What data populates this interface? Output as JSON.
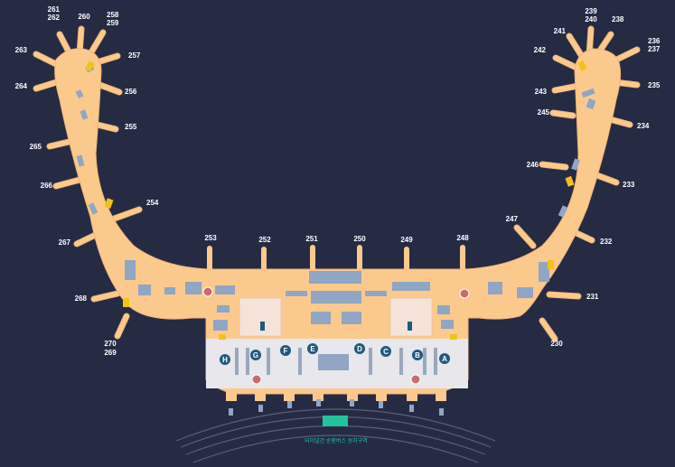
{
  "colors": {
    "background": "#262b44",
    "terminal": "#fcc98c",
    "terminal_outline": "#f0b676",
    "shop": "#8fa6c4",
    "check_in_hall": "#e7e7ec",
    "zone_badge": "#1e5a80",
    "info_badge": "#c86b70",
    "elevator": "#f2c21c",
    "bus_area": "#22c49a",
    "road": "#5a5f78"
  },
  "gates_left": [
    {
      "label": "261",
      "anchor": "end"
    },
    {
      "label": "262",
      "anchor": "end"
    },
    {
      "label": "260",
      "anchor": "middle"
    },
    {
      "label": "258",
      "anchor": "start"
    },
    {
      "label": "259",
      "anchor": "start"
    },
    {
      "label": "257",
      "anchor": "start"
    },
    {
      "label": "263",
      "anchor": "end"
    },
    {
      "label": "264",
      "anchor": "end"
    },
    {
      "label": "256",
      "anchor": "start"
    },
    {
      "label": "255",
      "anchor": "start"
    },
    {
      "label": "265",
      "anchor": "end"
    },
    {
      "label": "266",
      "anchor": "end"
    },
    {
      "label": "254",
      "anchor": "start"
    },
    {
      "label": "267",
      "anchor": "end"
    },
    {
      "label": "268",
      "anchor": "end"
    },
    {
      "label": "270",
      "anchor": "middle"
    },
    {
      "label": "269",
      "anchor": "middle"
    }
  ],
  "gates_center": [
    {
      "label": "253"
    },
    {
      "label": "252"
    },
    {
      "label": "251"
    },
    {
      "label": "250"
    },
    {
      "label": "249"
    },
    {
      "label": "248"
    }
  ],
  "gates_right": [
    {
      "label": "239",
      "anchor": "middle"
    },
    {
      "label": "240",
      "anchor": "middle"
    },
    {
      "label": "238",
      "anchor": "start"
    },
    {
      "label": "241",
      "anchor": "end"
    },
    {
      "label": "236",
      "anchor": "start"
    },
    {
      "label": "237",
      "anchor": "start"
    },
    {
      "label": "242",
      "anchor": "end"
    },
    {
      "label": "235",
      "anchor": "start"
    },
    {
      "label": "243",
      "anchor": "end"
    },
    {
      "label": "245",
      "anchor": "end"
    },
    {
      "label": "234",
      "anchor": "start"
    },
    {
      "label": "246",
      "anchor": "end"
    },
    {
      "label": "233",
      "anchor": "start"
    },
    {
      "label": "247",
      "anchor": "end"
    },
    {
      "label": "232",
      "anchor": "start"
    },
    {
      "label": "231",
      "anchor": "start"
    },
    {
      "label": "230",
      "anchor": "middle"
    }
  ],
  "checkin_zones": [
    "H",
    "G",
    "F",
    "E",
    "D",
    "C",
    "B",
    "A"
  ],
  "bus_label": "터미널간 순환버스 승차구역",
  "icons": {
    "info": "question-icon",
    "elevator": "elevator-icon",
    "exit": "exit-door-icon",
    "restroom": "restroom-icon"
  }
}
